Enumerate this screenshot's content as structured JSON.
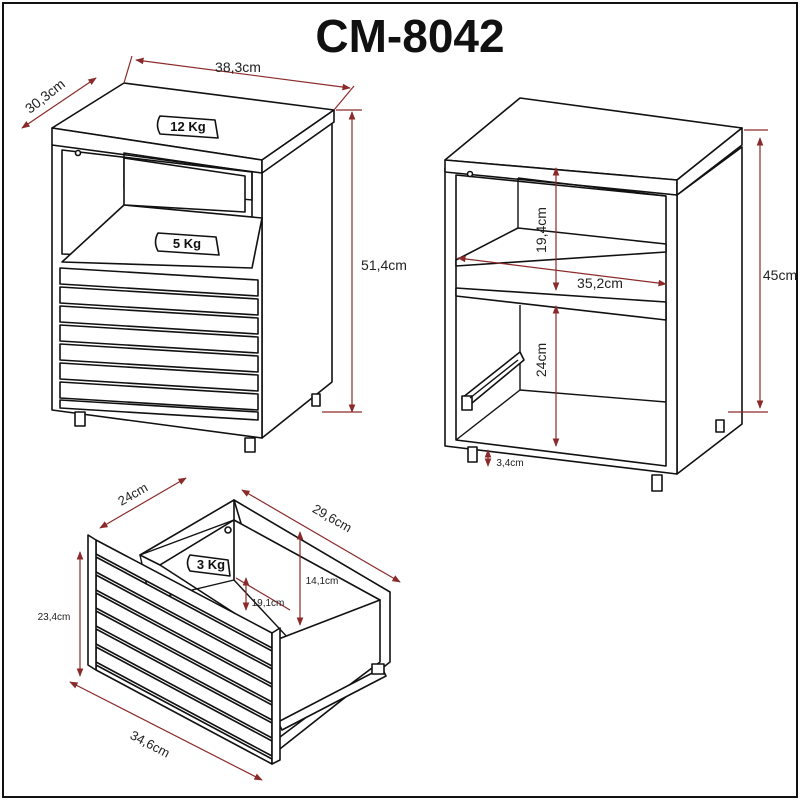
{
  "title": "CM-8042",
  "colors": {
    "dimension_line": "#8b2a2a",
    "outline": "#111111",
    "background": "#ffffff"
  },
  "views": {
    "front": {
      "width": "38,3cm",
      "depth": "30,3cm",
      "height": "51,4cm",
      "top_load": "12 Kg",
      "shelf_load": "5 Kg"
    },
    "open": {
      "upper_niche": "19,4cm",
      "inner_width": "35,2cm",
      "lower_niche": "24cm",
      "height": "45cm",
      "foot": "3,4cm"
    },
    "drawer": {
      "depth": "24cm",
      "length": "29,6cm",
      "inner_height": "14,1cm",
      "inner_depth": "19,1cm",
      "front_height": "23,4cm",
      "front_width": "34,6cm",
      "load": "3 Kg"
    }
  }
}
